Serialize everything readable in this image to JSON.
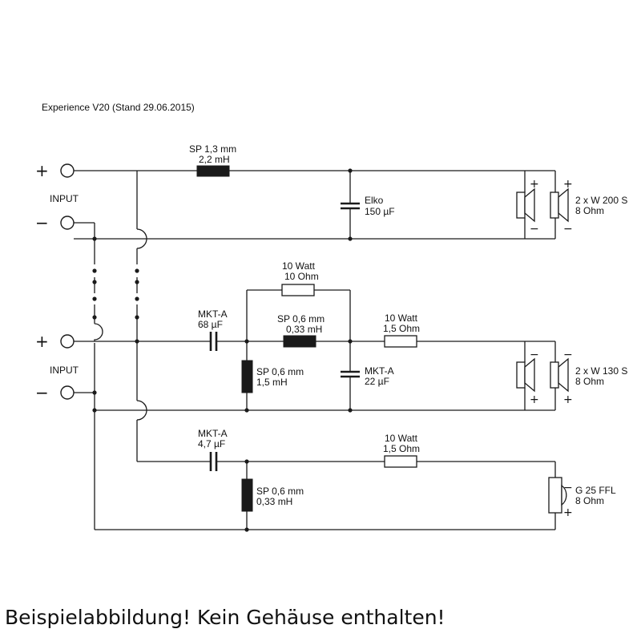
{
  "title": "Experience V20 (Stand 29.06.2015)",
  "caption": "Beispielabbildung! Kein Gehäuse enthalten!",
  "input_label": "INPUT",
  "plus": "+",
  "minus": "−",
  "woofer": {
    "coil": {
      "line1": "SP 1,3 mm",
      "line2": "2,2 mH"
    },
    "cap": {
      "line1": "Elko",
      "line2": "150 µF"
    },
    "driver": {
      "line1": "2 x W 200 S",
      "line2": "8 Ohm"
    }
  },
  "mid": {
    "series_cap": {
      "line1": "MKT-A",
      "line2": "68 µF"
    },
    "bypass_res": {
      "line1": "10 Watt",
      "line2": "10 Ohm"
    },
    "series_coil": {
      "line1": "SP 0,6 mm",
      "line2": "0,33 mH"
    },
    "shunt_coil": {
      "line1": "SP 0,6 mm",
      "line2": "1,5 mH"
    },
    "shunt_cap": {
      "line1": "MKT-A",
      "line2": "22 µF"
    },
    "series_res": {
      "line1": "10 Watt",
      "line2": "1,5 Ohm"
    },
    "driver": {
      "line1": "2 x W 130 S",
      "line2": "8 Ohm"
    }
  },
  "tweeter": {
    "series_cap": {
      "line1": "MKT-A",
      "line2": "4,7 µF"
    },
    "series_res": {
      "line1": "10 Watt",
      "line2": "1,5 Ohm"
    },
    "shunt_coil": {
      "line1": "SP 0,6 mm",
      "line2": "0,33 mH"
    },
    "driver": {
      "line1": "G 25 FFL",
      "line2": "8 Ohm"
    }
  }
}
